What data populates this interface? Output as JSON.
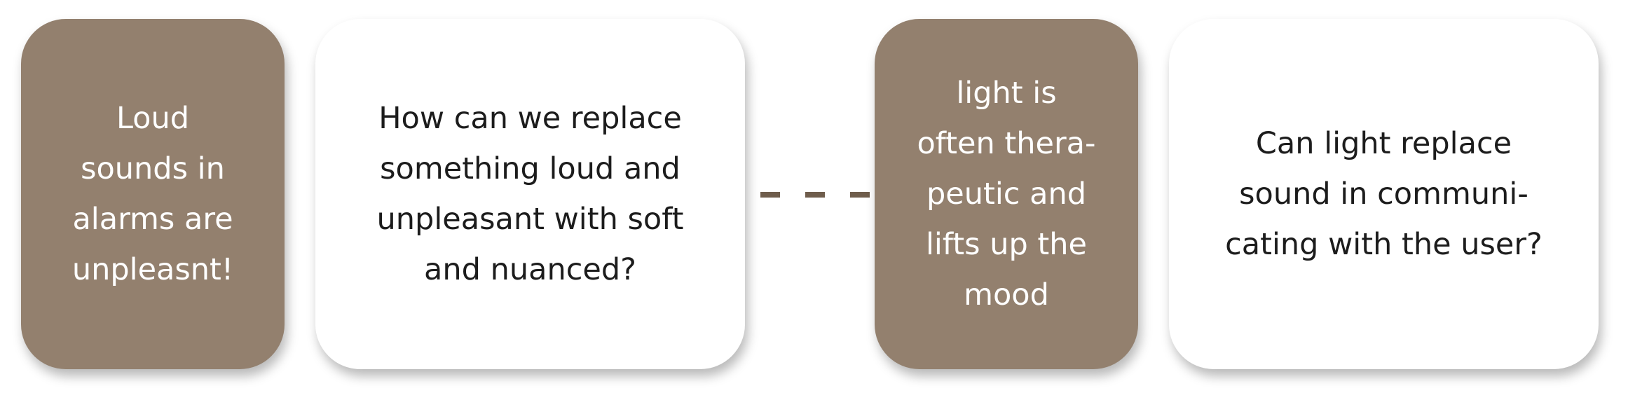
{
  "colors": {
    "dark_card": "#93806e",
    "light_card": "#ffffff",
    "dark_text": "#ffffff",
    "light_text": "#1c1c1c",
    "connector": "#6f5d4c"
  },
  "cards": [
    {
      "text": "Loud\nsounds in\nalarms are\nunpleasnt!",
      "style": "dark"
    },
    {
      "text": "How can we replace\nsomething loud and\nunpleasant with soft\nand nuanced?",
      "style": "light"
    },
    {
      "text": "light is\noften thera-\npeutic and\nlifts up the\nmood",
      "style": "dark"
    },
    {
      "text": "Can light replace\nsound in communi-\ncating with the user?",
      "style": "light"
    }
  ],
  "connector": {
    "style": "dashed"
  }
}
